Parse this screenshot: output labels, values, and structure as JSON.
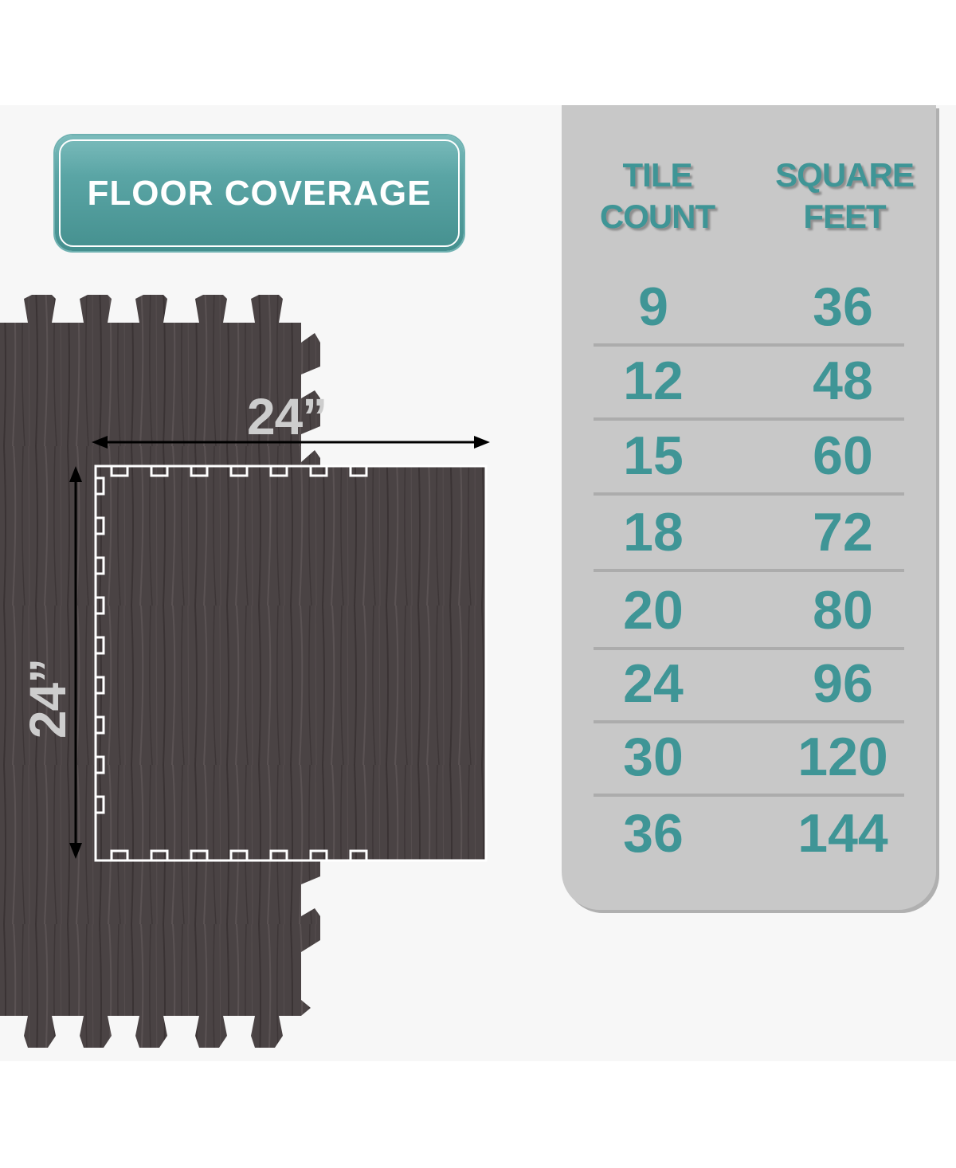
{
  "title": "FLOOR COVERAGE",
  "dimensions": {
    "width_label": "24”",
    "height_label": "24”"
  },
  "table": {
    "headers": {
      "tile_count": [
        "TILE",
        "COUNT"
      ],
      "square_feet": [
        "SQUARE",
        "FEET"
      ]
    },
    "rows": [
      {
        "tiles": "9",
        "sqft": "36"
      },
      {
        "tiles": "12",
        "sqft": "48"
      },
      {
        "tiles": "15",
        "sqft": "60"
      },
      {
        "tiles": "18",
        "sqft": "72"
      },
      {
        "tiles": "20",
        "sqft": "80"
      },
      {
        "tiles": "24",
        "sqft": "96"
      },
      {
        "tiles": "30",
        "sqft": "120"
      },
      {
        "tiles": "36",
        "sqft": "144"
      }
    ]
  },
  "colors": {
    "accent_teal": "#3f9596",
    "badge_teal": "#5aa5a5",
    "table_bg": "#c8c8c8",
    "tile_wood": "#4a4344"
  }
}
